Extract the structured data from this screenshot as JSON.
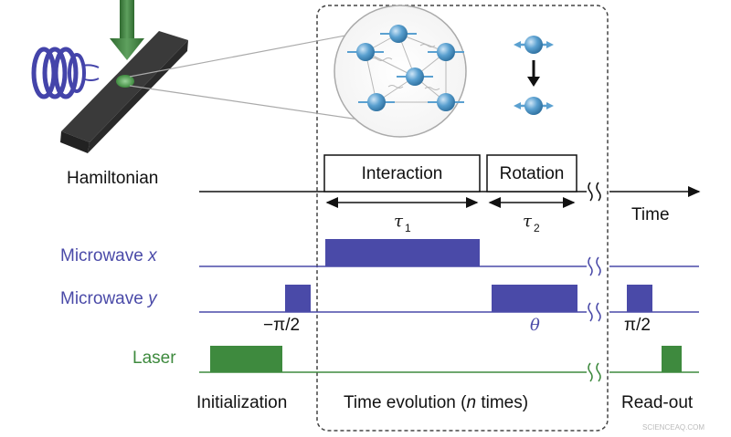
{
  "colors": {
    "pulse_blue": "#4a4aa8",
    "line_blue": "#4a4aa8",
    "laser_green": "#3e8a3e",
    "text_black": "#111111",
    "dashed_box": "#444444",
    "spin_blue": "#5aa0d0",
    "arrow_green": "#3e7a3e",
    "coil_blue": "#4444aa"
  },
  "labels": {
    "hamiltonian": "Hamiltonian",
    "interaction": "Interaction",
    "rotation": "Rotation",
    "time": "Time",
    "tau1": "τ",
    "tau1_sub": "1",
    "tau2": "τ",
    "tau2_sub": "2",
    "microwave_x": "Microwave",
    "microwave_x_var": "x",
    "microwave_y": "Microwave",
    "microwave_y_var": "y",
    "laser": "Laser",
    "minus_pi_half": "−π/2",
    "theta": "θ",
    "pi_half": "π/2",
    "initialization": "Initialization",
    "time_evolution_pre": "Time evolution (",
    "time_evolution_n": "n",
    "time_evolution_post": " times)",
    "readout": "Read-out",
    "watermark": "SCIENCEAQ.COM"
  },
  "icons": {
    "coil": "coil-icon",
    "diamond_sample": "diamond-sample-icon",
    "down_arrow": "green-down-arrow-icon",
    "spin_cluster": "spin-cluster-icon",
    "single_spin": "single-spin-icon",
    "axis_break": "axis-break-icon"
  }
}
